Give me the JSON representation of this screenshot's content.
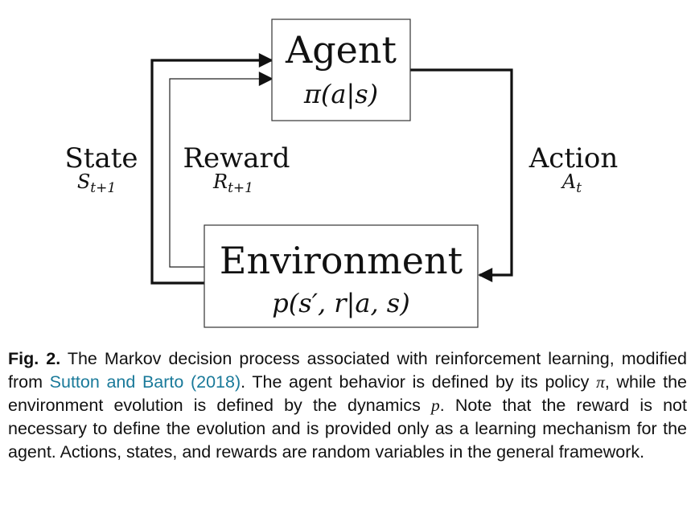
{
  "diagram": {
    "agent": {
      "title": "Agent",
      "formula": "π(a|s)"
    },
    "environment": {
      "title": "Environment",
      "formula": "p(s′, r|a, s)"
    },
    "state": {
      "label": "State",
      "symbol": "S",
      "subscript": "t+1"
    },
    "reward": {
      "label": "Reward",
      "symbol": "R",
      "subscript": "t+1"
    },
    "action": {
      "label": "Action",
      "symbol": "A",
      "subscript": "t"
    }
  },
  "caption": {
    "label": "Fig. 2.",
    "text_1": "The Markov decision process associated with reinforcement learning, modified from",
    "citation": "Sutton and Barto (2018)",
    "text_2": ". The agent behavior is defined by its policy",
    "pi": "π",
    "text_3": ", while the environment evolution is defined by the dynamics",
    "p": "p",
    "text_4": ". Note that the reward is not necessary to define the evolution and is provided only as a learning mechanism for the agent. Actions, states, and rewards are random variables in the general framework."
  }
}
